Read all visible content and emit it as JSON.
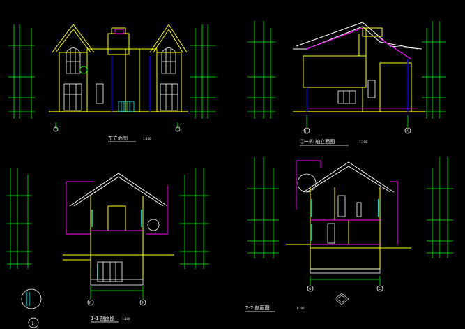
{
  "drawings": [
    {
      "title": "东立面图",
      "scale": "1:100"
    },
    {
      "title": "Ⓙ~Ⓐ 轴立面图",
      "scale": "1:100"
    },
    {
      "title": "1-1 剖面图",
      "scale": "1:100"
    },
    {
      "title": "2-2 剖面图",
      "scale": "1:100"
    }
  ],
  "axis_labels": [
    "J",
    "A",
    "F",
    "E",
    "G",
    "C"
  ],
  "section_mark": "1",
  "colors": {
    "background": "#000000",
    "dimension": "#00ff00",
    "wall": "#ffff00",
    "roof": "#ffffff",
    "accent": "#ff00ff",
    "window": "#00ffff",
    "column": "#0000ff"
  }
}
